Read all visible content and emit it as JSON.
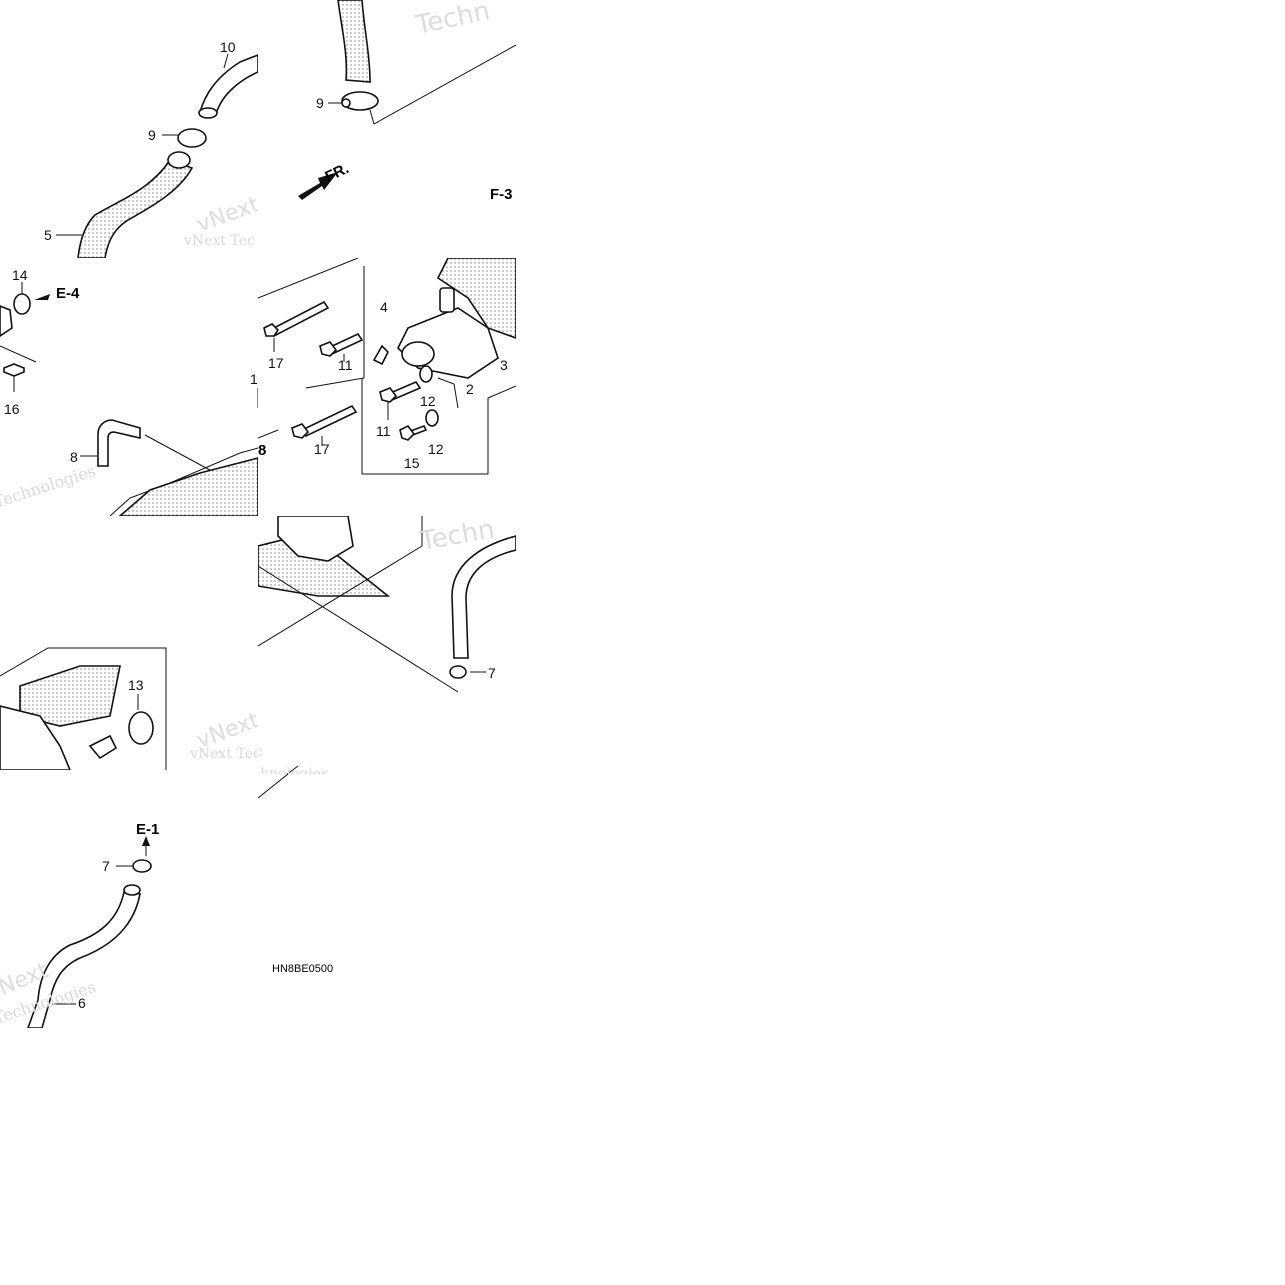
{
  "diagram": {
    "drawing_code": "HN8BE0500",
    "watermark_lines": [
      "vNext Tec",
      "hnologies",
      "Techn",
      "vNext",
      "Technologies"
    ],
    "callouts": {
      "c2": "2",
      "c3": "3",
      "c4": "4",
      "c5": "5",
      "c6": "6",
      "c7a": "7",
      "c7b": "7",
      "c8": "8",
      "c9a": "9",
      "c9b": "9",
      "c10": "10",
      "c11a": "11",
      "c11b": "11",
      "c12a": "12",
      "c12b": "12",
      "c13": "13",
      "c14": "14",
      "c15": "15",
      "c16": "16",
      "c17a": "17",
      "c17b": "17",
      "c1": "1"
    },
    "references": {
      "e4": "E-4",
      "e1": "E-1",
      "f3": "F-3",
      "e8": "8"
    },
    "front_arrow_label": "FR."
  }
}
